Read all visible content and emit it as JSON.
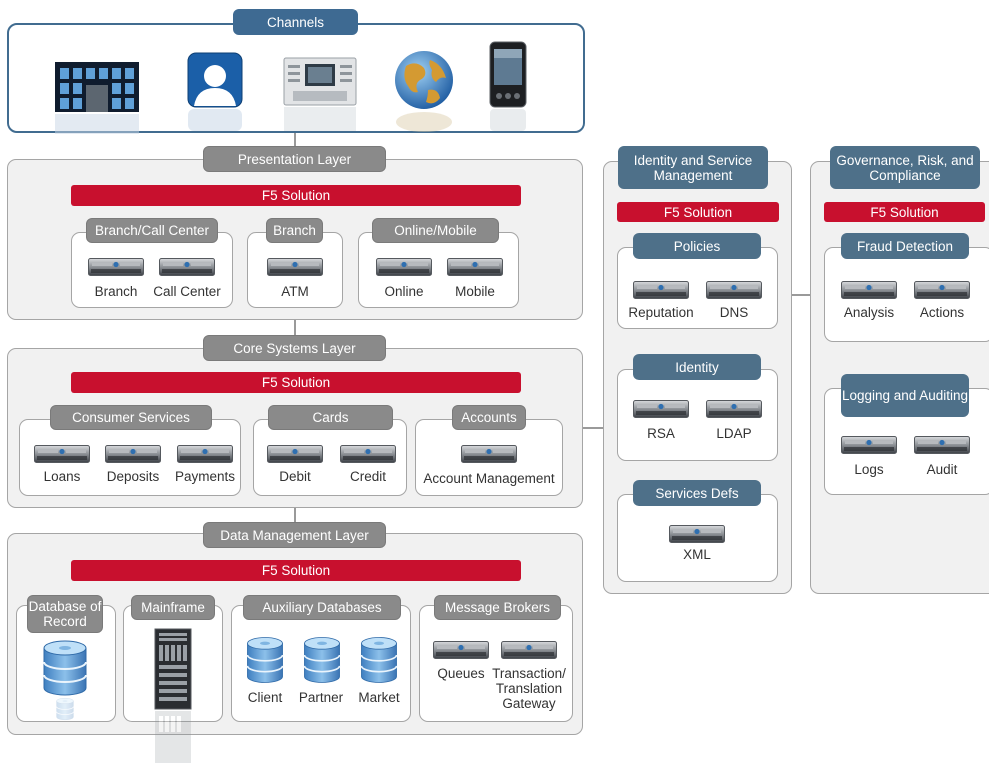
{
  "channels": {
    "title": "Channels",
    "icons": [
      "branch-building-icon",
      "person-icon",
      "atm-icon",
      "globe-icon",
      "mobile-phone-icon"
    ]
  },
  "presentation": {
    "title": "Presentation Layer",
    "f5": "F5 Solution",
    "groups": [
      {
        "title": "Branch/Call Center",
        "items": [
          "Branch",
          "Call Center"
        ]
      },
      {
        "title": "Branch",
        "items": [
          "ATM"
        ]
      },
      {
        "title": "Online/Mobile",
        "items": [
          "Online",
          "Mobile"
        ]
      }
    ]
  },
  "core": {
    "title": "Core Systems Layer",
    "f5": "F5 Solution",
    "groups": [
      {
        "title": "Consumer Services",
        "items": [
          "Loans",
          "Deposits",
          "Payments"
        ]
      },
      {
        "title": "Cards",
        "items": [
          "Debit",
          "Credit"
        ]
      },
      {
        "title": "Accounts",
        "items": [
          "Account Management"
        ]
      }
    ]
  },
  "data": {
    "title": "Data Management Layer",
    "f5": "F5 Solution",
    "groups": [
      {
        "title": "Database of Record",
        "items": []
      },
      {
        "title": "Mainframe",
        "items": []
      },
      {
        "title": "Auxiliary Databases",
        "items": [
          "Client",
          "Partner",
          "Market"
        ]
      },
      {
        "title": "Message Brokers",
        "items": [
          "Queues",
          "Transaction/ Translation Gateway"
        ]
      }
    ]
  },
  "identity": {
    "title": "Identity and Service Management",
    "f5": "F5 Solution",
    "groups": [
      {
        "title": "Policies",
        "items": [
          "Reputation",
          "DNS"
        ]
      },
      {
        "title": "Identity",
        "items": [
          "RSA",
          "LDAP"
        ]
      },
      {
        "title": "Services Defs",
        "items": [
          "XML"
        ]
      }
    ]
  },
  "governance": {
    "title": "Governance, Risk, and Compliance",
    "f5": "F5 Solution",
    "groups": [
      {
        "title": "Fraud Detection",
        "items": [
          "Analysis",
          "Actions"
        ]
      },
      {
        "title": "Logging and Auditing",
        "items": [
          "Logs",
          "Audit"
        ]
      }
    ]
  },
  "colors": {
    "f5_red": "#c8102e",
    "blue_header": "#4e7089",
    "gray_header": "#8a8a8a",
    "panel_bg": "#f1f1f1",
    "border": "#a5a5a5",
    "channels_border": "#416c90"
  }
}
